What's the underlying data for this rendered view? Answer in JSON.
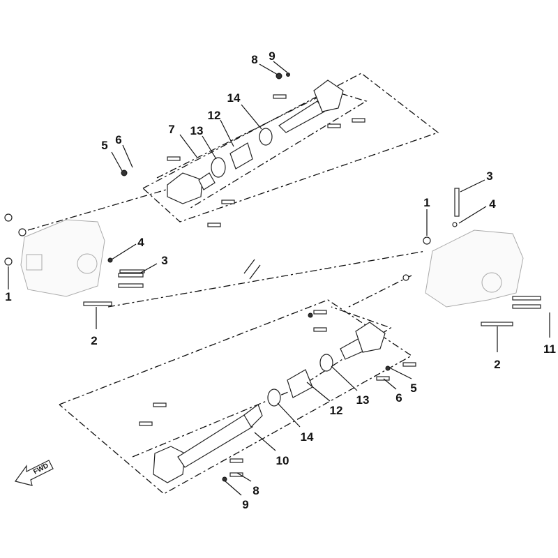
{
  "diagram": {
    "callouts_front": [
      "8",
      "9",
      "14",
      "12",
      "13",
      "7",
      "5",
      "6",
      "4",
      "3",
      "1",
      "2"
    ],
    "callouts_rear": [
      "3",
      "1",
      "4",
      "11",
      "2",
      "5",
      "6",
      "13",
      "12",
      "14",
      "10",
      "8",
      "9"
    ],
    "fwd_label": "FWD"
  }
}
